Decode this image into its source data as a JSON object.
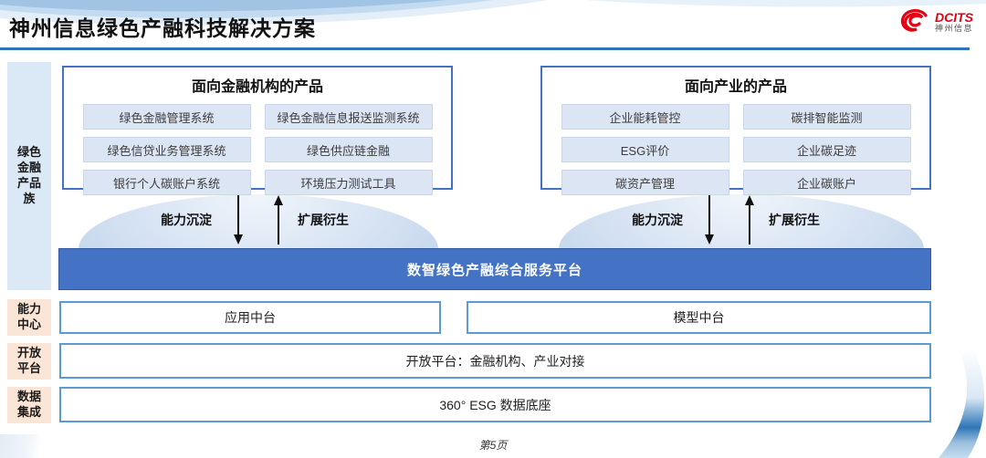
{
  "header": {
    "title": "神州信息绿色产融科技解决方案",
    "logo": {
      "brand": "DCITS",
      "brand_cn": "神州信息"
    }
  },
  "sidebar": {
    "items": [
      {
        "label": "绿色金融产品族"
      },
      {
        "label": "能力中心"
      },
      {
        "label": "开放平台"
      },
      {
        "label": "数据集成"
      }
    ]
  },
  "product_groups": [
    {
      "title": "面向金融机构的产品",
      "items": [
        "绿色金融管理系统",
        "绿色金融信息报送监测系统",
        "绿色信贷业务管理系统",
        "绿色供应链金融",
        "银行个人碳账户系统",
        "环境压力测试工具"
      ]
    },
    {
      "title": "面向产业的产品",
      "items": [
        "企业能耗管控",
        "碳排智能监测",
        "ESG评价",
        "企业碳足迹",
        "碳资产管理",
        "企业碳账户"
      ]
    }
  ],
  "arrows": {
    "down_label": "能力沉淀",
    "up_label": "扩展衍生"
  },
  "platform_bar": {
    "label": "数智绿色产融综合服务平台"
  },
  "rows": {
    "capability_left": "应用中台",
    "capability_right": "模型中台",
    "open_platform": "开放平台：金融机构、产业对接",
    "data_base": "360° ESG 数据底座"
  },
  "footer": {
    "page": "第5页"
  },
  "colors": {
    "accent_blue": "#4472c4",
    "row_border_blue": "#5b9bd5",
    "rule_blue": "#2e75b6",
    "item_bg": "#dbe5f3",
    "sidebar_blue": "#dbe8f6",
    "sidebar_peach": "#fbe5d6",
    "logo_red": "#e60012"
  }
}
